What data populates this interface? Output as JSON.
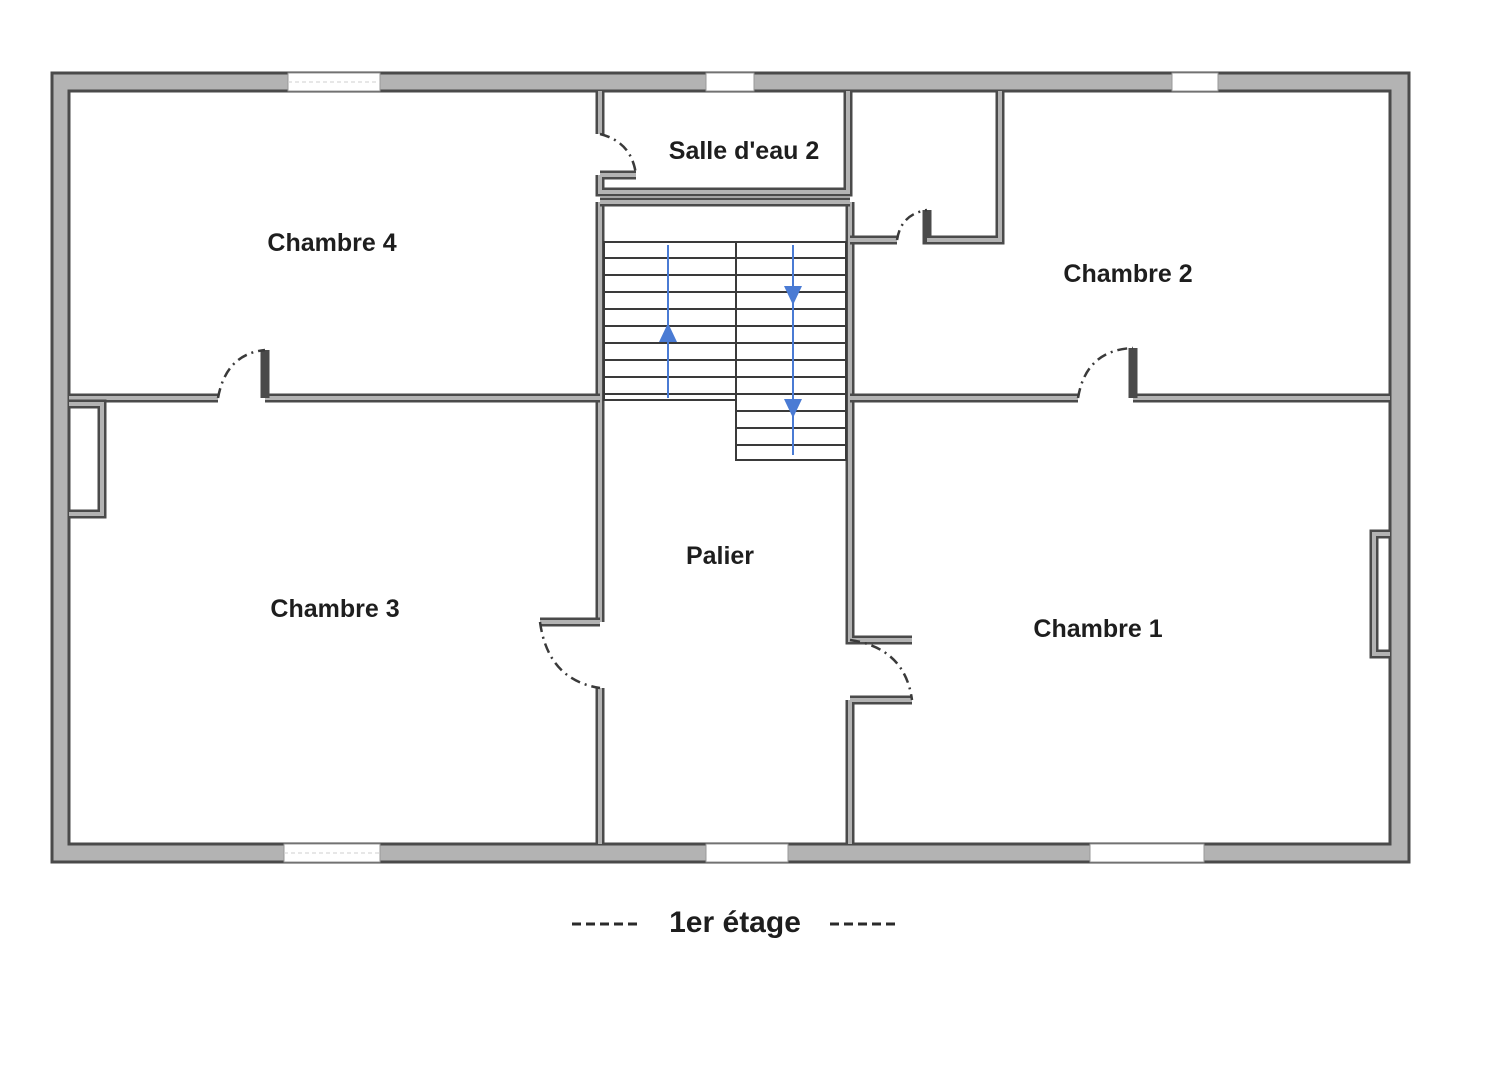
{
  "plan": {
    "rooms": {
      "salle_deau_2": "Salle d'eau 2",
      "chambre_4": "Chambre 4",
      "chambre_2": "Chambre 2",
      "chambre_3": "Chambre 3",
      "palier": "Palier",
      "chambre_1": "Chambre 1"
    },
    "caption": "1er étage"
  }
}
